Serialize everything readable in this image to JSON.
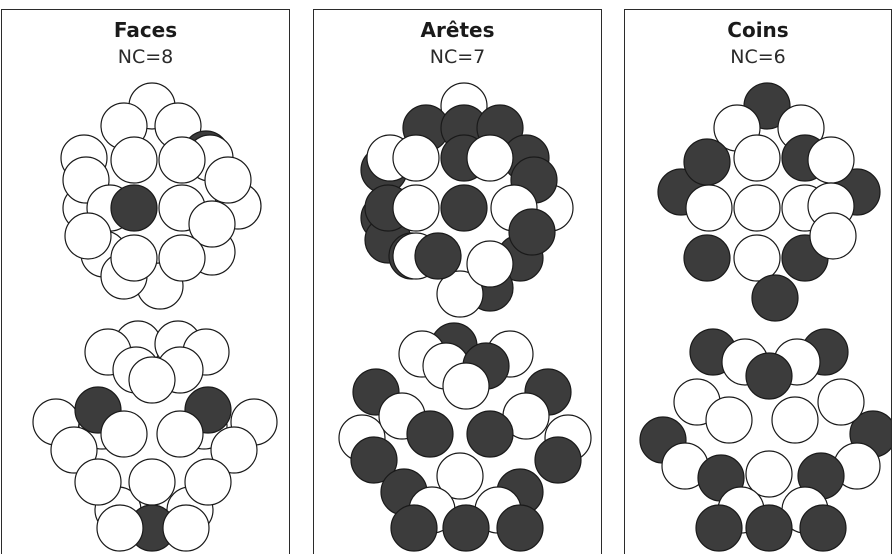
{
  "panels": [
    {
      "title": "Faces",
      "subtitle": "NC=8"
    },
    {
      "title": "Arêtes",
      "subtitle": "NC=7"
    },
    {
      "title": "Coins",
      "subtitle": "NC=6"
    }
  ],
  "colors": {
    "highlighted_atom": "#3c3c3c",
    "regular_atom": "#ffffff",
    "outline": "#1a1a1a"
  }
}
